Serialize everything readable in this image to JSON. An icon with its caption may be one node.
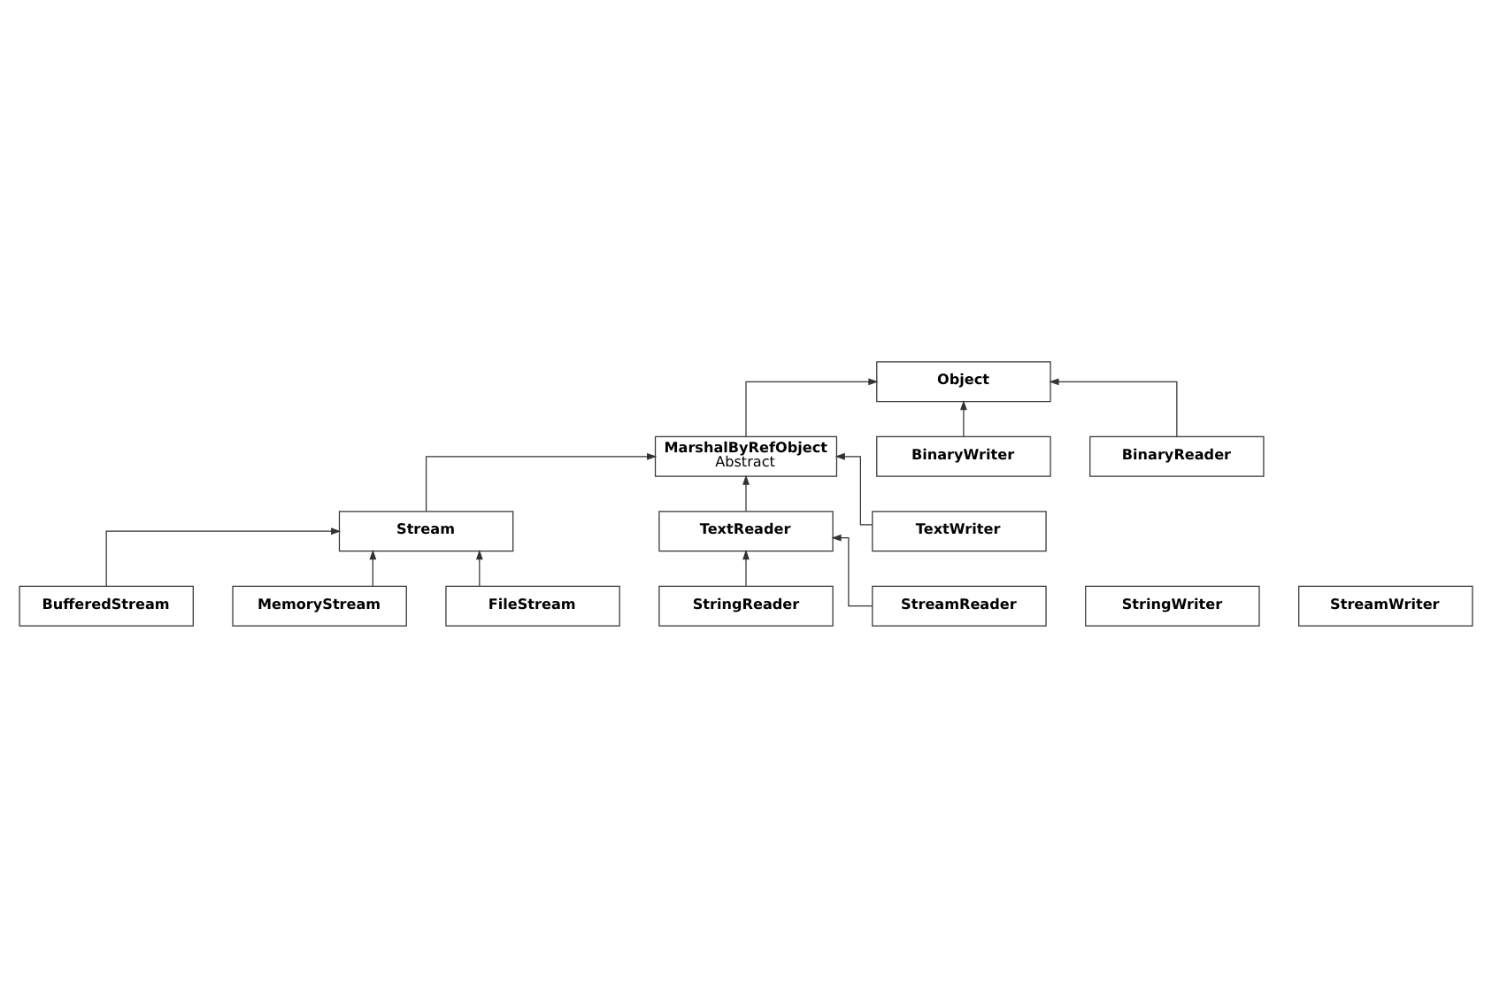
{
  "diagram": {
    "nodes": [
      {
        "text": [
          "Object"
        ]
      },
      {
        "text": [
          "MarshalByRefObject",
          "Abstract"
        ]
      },
      {
        "text": [
          "BinaryWriter"
        ]
      },
      {
        "text": [
          "BinaryReader"
        ]
      },
      {
        "text": [
          "Stream"
        ]
      },
      {
        "text": [
          "TextReader"
        ]
      },
      {
        "text": [
          "TextWriter"
        ]
      },
      {
        "text": [
          "BufferedStream"
        ]
      },
      {
        "text": [
          "StringReader"
        ]
      },
      {
        "text": [
          "StringWriter"
        ]
      },
      {
        "text": [
          "MemoryStream"
        ]
      },
      {
        "text": [
          "StreamReader"
        ]
      },
      {
        "text": [
          "StreamWriter"
        ]
      },
      {
        "text": [
          "FileStream"
        ]
      }
    ],
    "edges": [
      {
        "from": 1,
        "to": 0,
        "arrow": "to"
      },
      {
        "from": 2,
        "to": 0,
        "arrow": "to"
      },
      {
        "from": 3,
        "to": 0,
        "arrow": "to"
      },
      {
        "from": 4,
        "to": 1,
        "arrow": "to"
      },
      {
        "from": 5,
        "to": 1,
        "arrow": "to"
      },
      {
        "from": 6,
        "to": 1,
        "arrow": "to"
      },
      {
        "from": 7,
        "to": 4,
        "arrow": "to"
      },
      {
        "from": 10,
        "to": 4,
        "arrow": "to"
      },
      {
        "from": 13,
        "to": 4,
        "arrow": "to"
      },
      {
        "from": 8,
        "to": 5,
        "arrow": "to"
      },
      {
        "from": 11,
        "to": 5,
        "arrow": "to"
      }
    ]
  }
}
